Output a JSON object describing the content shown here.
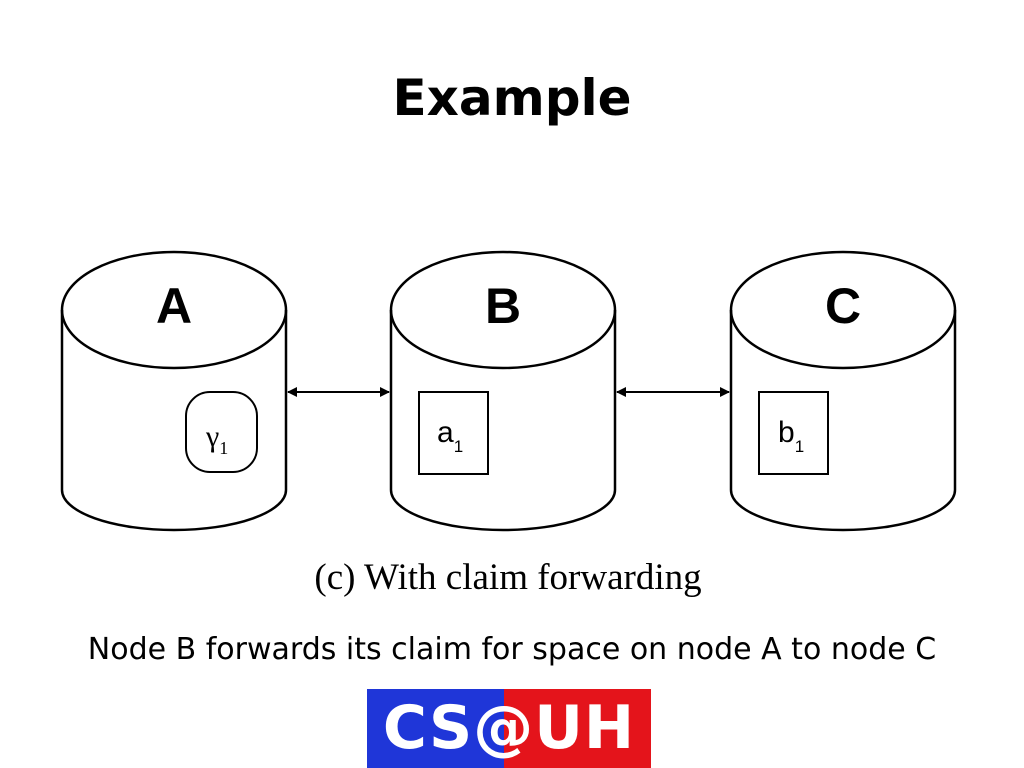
{
  "slide": {
    "title": "Example",
    "caption": "Node B forwards its claim for space on node A to node C"
  },
  "diagram": {
    "figure_caption": "(c) With claim forwarding",
    "nodes": [
      {
        "label": "A",
        "item_base": "γ",
        "item_sub": "1"
      },
      {
        "label": "B",
        "item_base": "a",
        "item_sub": "1"
      },
      {
        "label": "C",
        "item_base": "b",
        "item_sub": "1"
      }
    ]
  },
  "logo": {
    "text": "CS@UH",
    "colors": {
      "left": "#1f36d8",
      "right": "#e4141b"
    }
  }
}
